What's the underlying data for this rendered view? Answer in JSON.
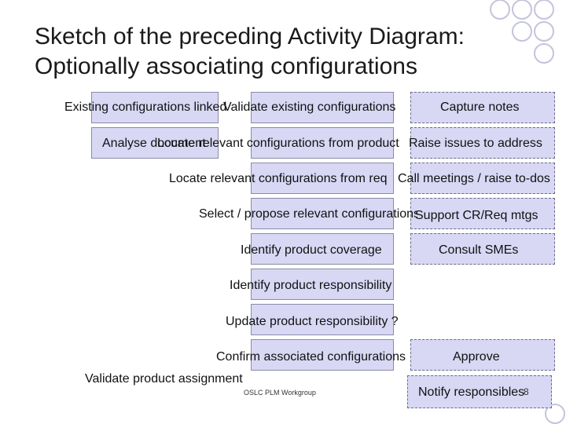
{
  "title": {
    "line1": "Sketch of the preceding Activity Diagram:",
    "line2": "Optionally associating configurations"
  },
  "diagram": {
    "existing_linked": "Existing configurations linked",
    "validate_existing": "Validate existing configurations",
    "capture_notes": "Capture notes",
    "analyse_document": "Analyse document",
    "locate_from_product": "Locate relevant configurations from product",
    "raise_issues": "Raise issues to address",
    "locate_from_req": "Locate relevant configurations from req",
    "call_meetings": "Call meetings / raise to-dos",
    "select_propose": "Select / propose relevant configurations",
    "support_cr": "Support CR/Req mtgs",
    "identify_coverage": "Identify product coverage",
    "consult_smes": "Consult SMEs",
    "identify_responsibility": "Identify product responsibility",
    "update_responsibility": "Update product responsibility ?",
    "confirm_associated": "Confirm associated configurations",
    "approve": "Approve",
    "validate_assignment": "Validate product assignment",
    "notify_responsibles": "Notify responsibles"
  },
  "footer": {
    "text": "OSLC PLM Workgroup",
    "page_number": "8"
  },
  "colors": {
    "box_fill": "#d8d8f5",
    "box_border": "#8a8aa8",
    "ring_stroke": "#c4c4dc"
  }
}
